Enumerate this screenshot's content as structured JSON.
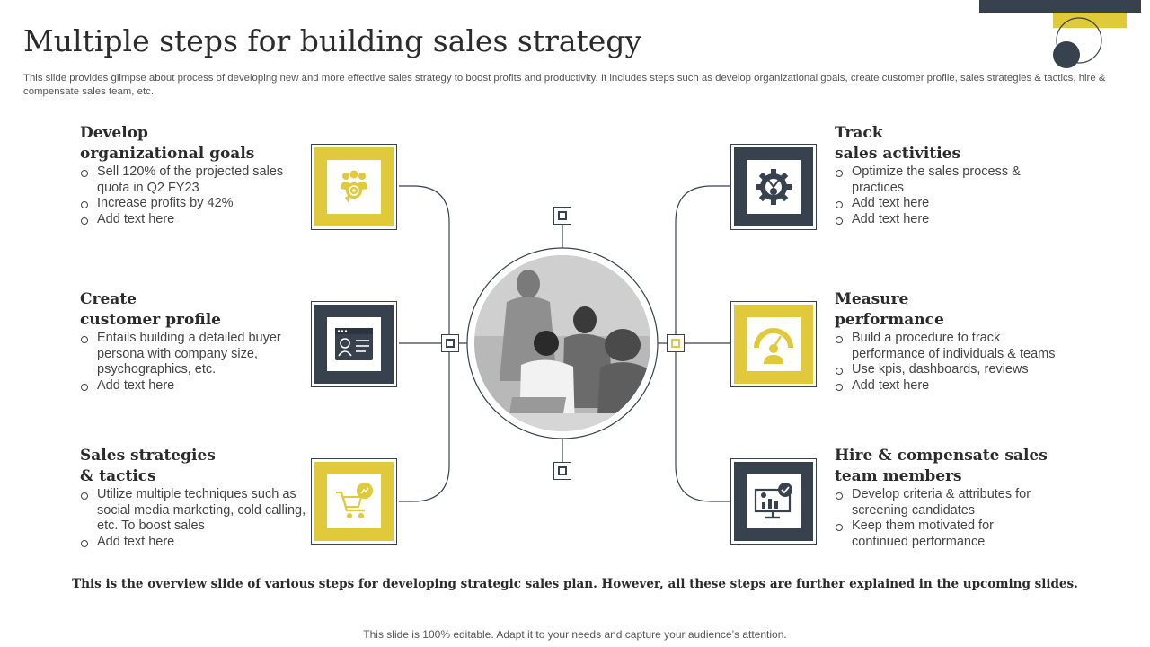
{
  "slide": {
    "title": "Multiple steps for building sales strategy",
    "subtitle": "This slide provides glimpse about process of developing new and more effective sales strategy to boost profits and productivity. It includes steps such as develop organizational goals, create customer profile, sales strategies & tactics, hire & compensate sales team, etc.",
    "footer_note": "This is the overview slide of various steps for developing strategic sales plan. However, all these steps are further explained in the upcoming slides.",
    "edit_note": "This slide is 100% editable. Adapt it to your needs and capture your audience’s attention."
  },
  "colors": {
    "accent": "#e0c93a",
    "navy": "#38424f",
    "text": "#2b2b2b"
  },
  "steps": {
    "goals": {
      "heading_line1": "Develop",
      "heading_line2": "organizational goals",
      "icon": "team-target-icon",
      "bullets": [
        "Sell 120% of the projected sales quota in Q2 FY23",
        "Increase profits by 42%",
        "Add text here"
      ]
    },
    "profile": {
      "heading_line1": "Create",
      "heading_line2": "customer profile",
      "icon": "profile-card-icon",
      "bullets": [
        "Entails building a detailed buyer persona with company size, psychographics, etc.",
        "Add text here"
      ]
    },
    "tactics": {
      "heading_line1": "Sales strategies",
      "heading_line2": "& tactics",
      "icon": "shopping-cart-icon",
      "bullets": [
        "Utilize multiple techniques such as social media marketing, cold calling, etc. To boost sales",
        "Add text here"
      ]
    },
    "track": {
      "heading_line1": "Track",
      "heading_line2": "sales activities",
      "icon": "gear-money-icon",
      "bullets": [
        "Optimize the sales process & practices",
        "Add text here",
        "Add text here"
      ]
    },
    "measure": {
      "heading_line1": "Measure",
      "heading_line2": "performance",
      "icon": "gauge-icon",
      "bullets": [
        "Build a procedure to track performance of individuals & teams",
        "Use kpis, dashboards, reviews",
        "Add text here"
      ]
    },
    "hire": {
      "heading_line1": "Hire & compensate sales",
      "heading_line2": "team members",
      "icon": "monitor-check-icon",
      "bullets": [
        "Develop criteria & attributes for screening candidates",
        "Keep them motivated for continued performance"
      ]
    }
  }
}
